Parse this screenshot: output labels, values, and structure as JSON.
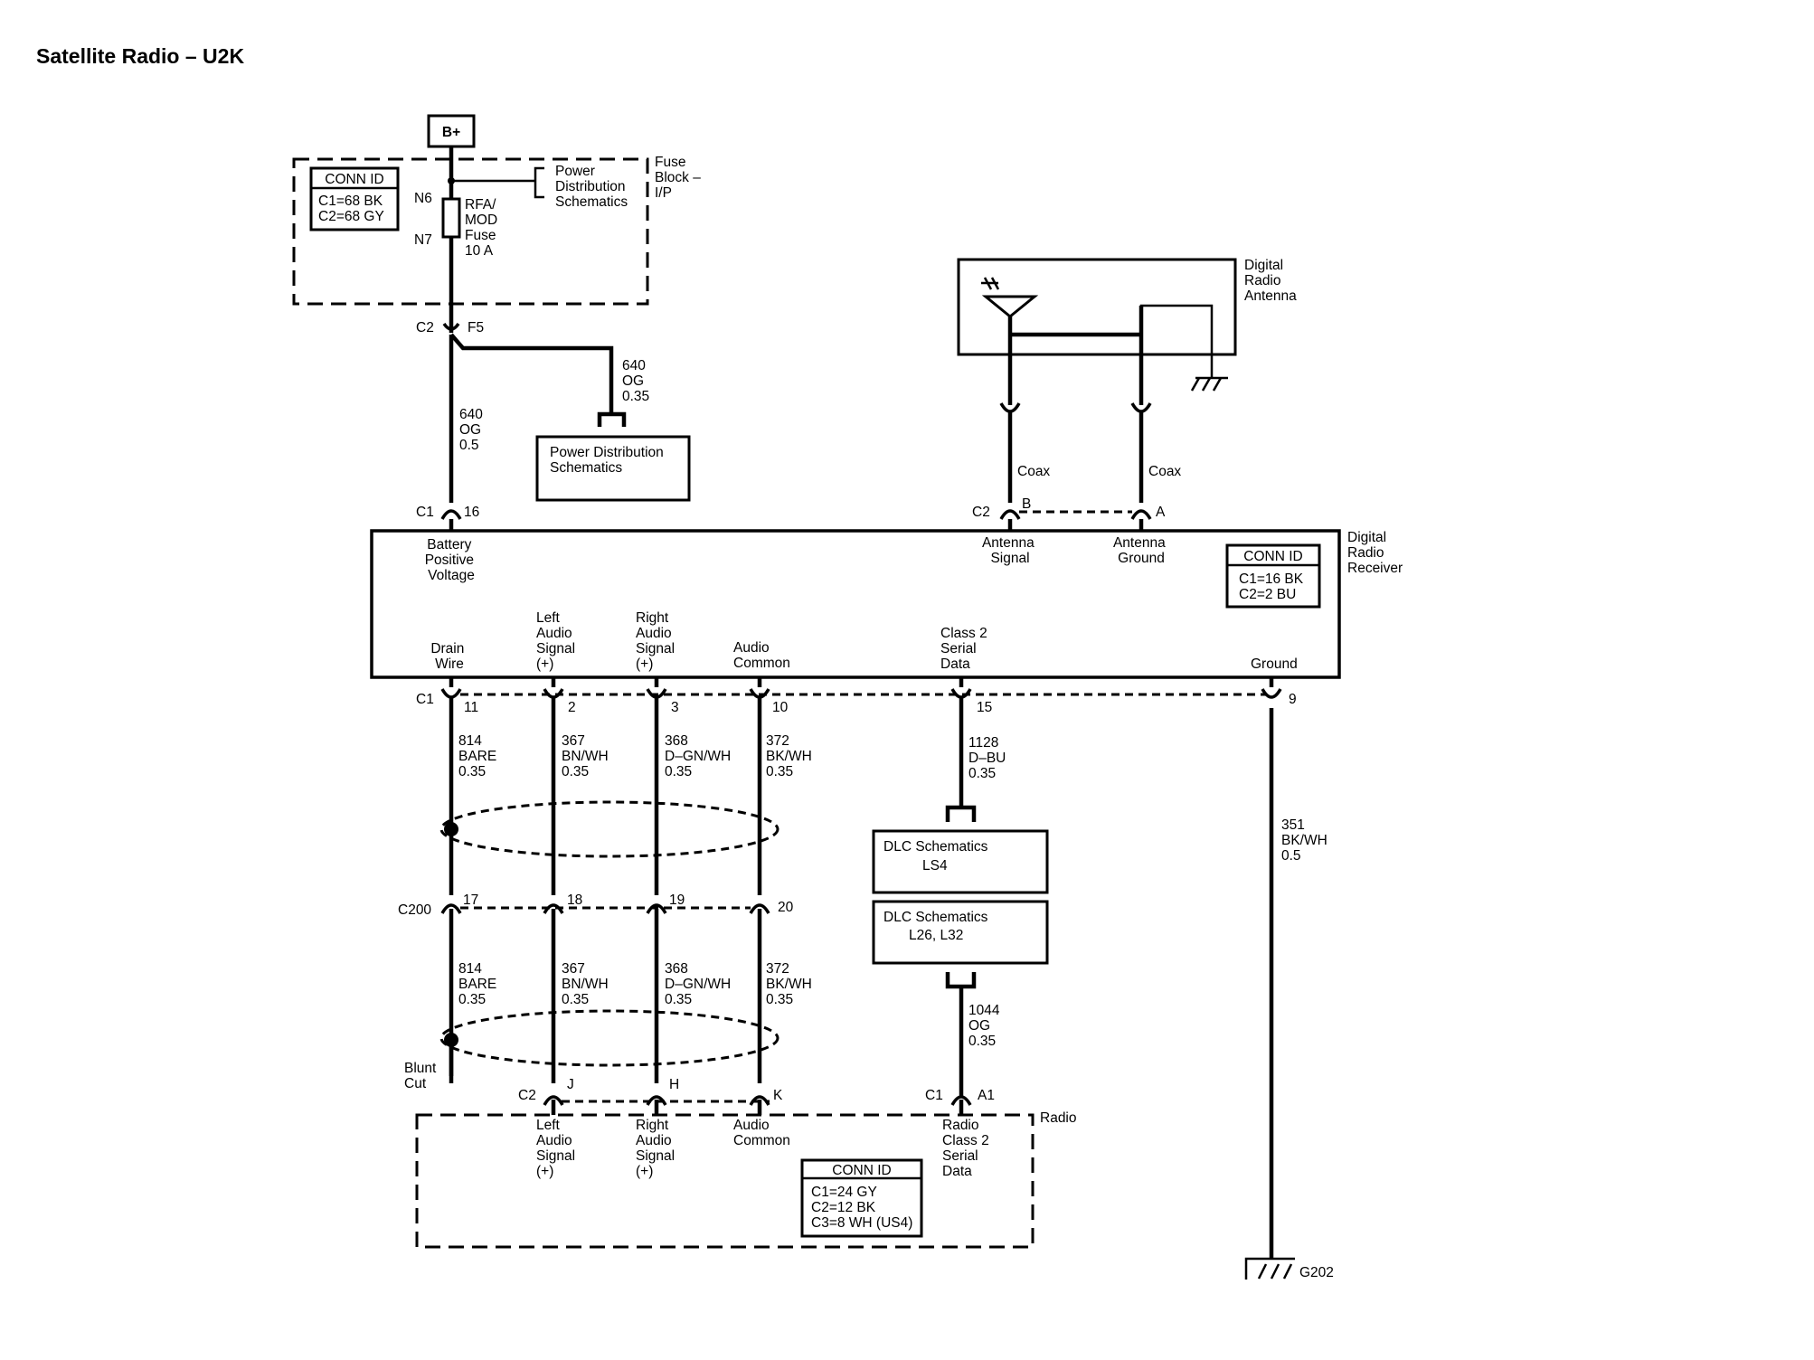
{
  "title": "Satellite Radio – U2K",
  "power": {
    "source": "B+",
    "fuse_block": {
      "label": [
        "Fuse",
        "Block –",
        "I/P"
      ],
      "conn_id": {
        "header": "CONN ID",
        "lines": [
          "C1=68 BK",
          "C2=68 GY"
        ]
      },
      "pin_in": "N6",
      "pin_out": "N7",
      "fuse": [
        "RFA/",
        "MOD",
        "Fuse",
        "10 A"
      ],
      "ref": [
        "Power",
        "Distribution",
        "Schematics"
      ]
    },
    "splice": {
      "connector": "C2",
      "pin": "F5"
    },
    "branch_wire": [
      "640",
      "OG",
      "0.35"
    ],
    "branch_ref": [
      "Power Distribution",
      "Schematics"
    ],
    "main_wire": [
      "640",
      "OG",
      "0.5"
    ]
  },
  "antenna": {
    "label": [
      "Digital",
      "Radio",
      "Antenna"
    ],
    "coax_left": "Coax",
    "coax_right": "Coax"
  },
  "receiver": {
    "label": [
      "Digital",
      "Radio",
      "Receiver"
    ],
    "conn_id": {
      "header": "CONN ID",
      "lines": [
        "C1=16 BK",
        "C2=2 BU"
      ]
    },
    "top_pins": {
      "c1_label": "C1",
      "battery_pin": "16",
      "c2_label": "C2",
      "antenna_signal_pin": "B",
      "antenna_ground_pin": "A"
    },
    "top_terminals": {
      "battery": [
        "Battery",
        "Positive",
        "Voltage"
      ],
      "antenna_signal": [
        "Antenna",
        "Signal"
      ],
      "antenna_ground": [
        "Antenna",
        "Ground"
      ]
    },
    "bottom_terminals": {
      "drain": [
        "Drain",
        "Wire"
      ],
      "left_audio": [
        "Left",
        "Audio",
        "Signal",
        "(+)"
      ],
      "right_audio": [
        "Right",
        "Audio",
        "Signal",
        "(+)"
      ],
      "audio_common": [
        "Audio",
        "Common"
      ],
      "class2": [
        "Class 2",
        "Serial",
        "Data"
      ],
      "ground": [
        "Ground"
      ]
    },
    "bottom_pins": {
      "connector": "C1",
      "drain": "11",
      "left": "2",
      "right": "3",
      "common": "10",
      "class2": "15",
      "ground": "9"
    }
  },
  "wires_upper": {
    "drain": [
      "814",
      "BARE",
      "0.35"
    ],
    "left": [
      "367",
      "BN/WH",
      "0.35"
    ],
    "right": [
      "368",
      "D–GN/WH",
      "0.35"
    ],
    "common": [
      "372",
      "BK/WH",
      "0.35"
    ],
    "class2": [
      "1128",
      "D–BU",
      "0.35"
    ],
    "ground": [
      "351",
      "BK/WH",
      "0.5"
    ]
  },
  "inline_connector": {
    "name": "C200",
    "pins": [
      "17",
      "18",
      "19",
      "20"
    ]
  },
  "wires_lower": {
    "drain": [
      "814",
      "BARE",
      "0.35"
    ],
    "left": [
      "367",
      "BN/WH",
      "0.35"
    ],
    "right": [
      "368",
      "D–GN/WH",
      "0.35"
    ],
    "common": [
      "372",
      "BK/WH",
      "0.35"
    ],
    "class2": [
      "1044",
      "OG",
      "0.35"
    ]
  },
  "blunt_cut": [
    "Blunt",
    "Cut"
  ],
  "dlc_refs": [
    {
      "title": "DLC Schematics",
      "sub": "LS4"
    },
    {
      "title": "DLC Schematics",
      "sub": "L26, L32"
    }
  ],
  "radio": {
    "label": "Radio",
    "c2_label": "C2",
    "pins": {
      "left": "J",
      "right": "H",
      "common": "K"
    },
    "c1_label": "C1",
    "c1_pin": "A1",
    "terminals": {
      "left": [
        "Left",
        "Audio",
        "Signal",
        "(+)"
      ],
      "right": [
        "Right",
        "Audio",
        "Signal",
        "(+)"
      ],
      "common": [
        "Audio",
        "Common"
      ],
      "class2": [
        "Radio",
        "Class 2",
        "Serial",
        "Data"
      ]
    },
    "conn_id": {
      "header": "CONN ID",
      "lines": [
        "C1=24 GY",
        "C2=12 BK",
        "C3=8 WH (US4)"
      ]
    }
  },
  "ground_point": "G202"
}
